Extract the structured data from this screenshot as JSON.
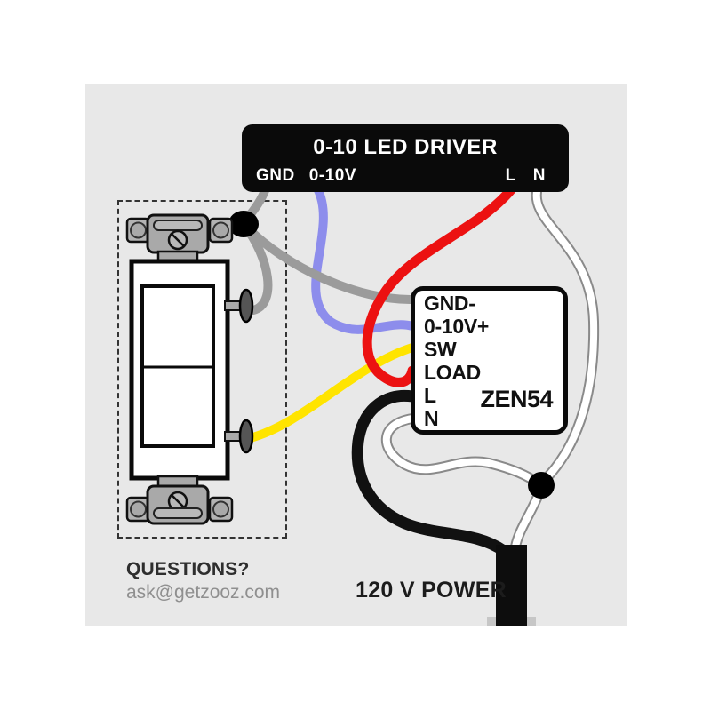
{
  "led_driver": {
    "title": "0-10 LED DRIVER",
    "terminals": {
      "gnd": "GND",
      "dim": "0-10V",
      "line": "L",
      "neutral": "N"
    }
  },
  "zen": {
    "model": "ZEN54",
    "terminals": [
      "GND-",
      "0-10V+",
      "SW",
      "LOAD",
      "L",
      "N"
    ]
  },
  "questions": {
    "heading": "QUESTIONS?",
    "email": "ask@getzooz.com"
  },
  "power_label": "120 V POWER",
  "colors": {
    "canvas": "#e8e8e8",
    "box_black": "#0a0a0a",
    "wire_gray": "#9b9b9b",
    "wire_blue": "#8d8dec",
    "wire_red": "#ec1111",
    "wire_yellow": "#ffe400",
    "wire_white": "#ffffff",
    "wire_white_edge": "#8a8a8a",
    "wire_black": "#111111",
    "junction_black": "#000000",
    "cable_black": "#0d0d0d",
    "cable_nub_gray": "#c6c6c6",
    "metal_gray": "#a9a9a9",
    "metal_light": "#b9b9b9",
    "metal_ear": "#b3b3b3"
  }
}
